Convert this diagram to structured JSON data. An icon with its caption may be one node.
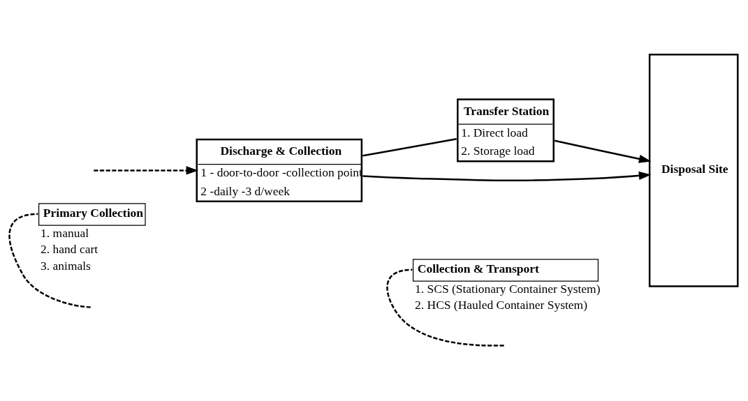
{
  "diagram": {
    "nodes": [
      {
        "text": [
          "Primary Collection"
        ],
        "beside": [
          "1. manual",
          "2. hand cart",
          "3. animals"
        ]
      },
      {
        "text": [
          "Collection & Transport"
        ],
        "beside": [
          "1. SCS (Stationary Container System)",
          "2. HCS (Hauled Container System)"
        ]
      },
      {
        "text": [
          "Discharge & Collection",
          "1 - door-to-door -collection point",
          "2 -daily -3 d/week"
        ]
      },
      {
        "text": [
          "Transfer Station",
          "1. Direct load",
          "2. Storage load"
        ]
      },
      {
        "text": [
          "Disposal Site"
        ]
      }
    ],
    "edges": [
      {
        "from": null,
        "to": 2,
        "arrow": "to",
        "style": "dashed"
      },
      {
        "from": 0,
        "to": null,
        "arrow": "none",
        "style": "dashed"
      },
      {
        "from": 1,
        "to": null,
        "arrow": "none",
        "style": "dashed"
      },
      {
        "from": 2,
        "to": 4,
        "arrow": "to"
      },
      {
        "from": 2,
        "to": 3,
        "arrow": "none"
      },
      {
        "from": 3,
        "to": 4,
        "arrow": "to"
      }
    ]
  }
}
